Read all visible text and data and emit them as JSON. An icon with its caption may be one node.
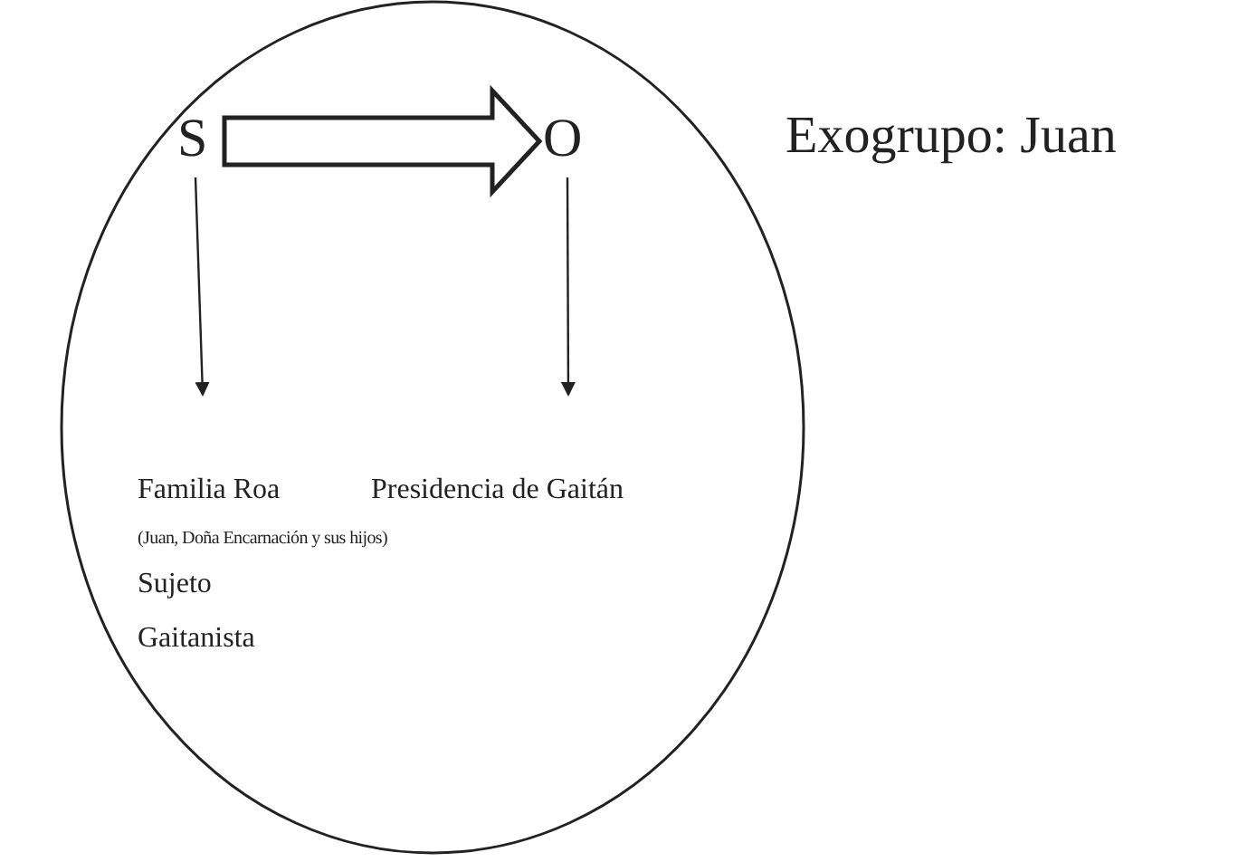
{
  "diagram": {
    "nodes": [
      {
        "text": [],
        "shape": "circle"
      },
      {
        "text": [
          "S"
        ],
        "in": 0
      },
      {
        "text": [
          "O"
        ],
        "in": 0
      },
      {
        "text": [
          "Familia Roa"
        ],
        "in": 0
      },
      {
        "text": [
          "Presidencia de Gaitán"
        ],
        "in": 0
      }
    ],
    "edges": [
      {
        "from": 1,
        "to": 2,
        "arrow": "to",
        "style": "thick"
      },
      {
        "from": 1,
        "to": null,
        "arrow": "to"
      },
      {
        "from": 2,
        "to": null,
        "arrow": "to"
      }
    ],
    "labels": [
      "Exogrupo: Juan",
      "(Juan, Doña Encarnación y sus hijos)",
      "Sujeto",
      "Gaitanista"
    ]
  }
}
